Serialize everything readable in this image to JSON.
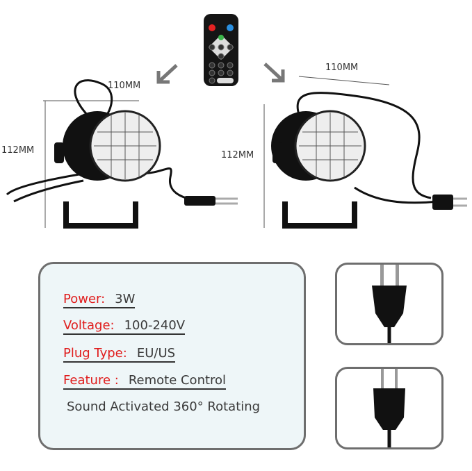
{
  "dimensions": {
    "left": {
      "width": "110MM",
      "height": "112MM"
    },
    "right": {
      "width": "110MM",
      "height": "112MM"
    }
  },
  "specs": [
    {
      "key": "Power:",
      "value": "3W"
    },
    {
      "key": "Voltage:",
      "value": "100-240V"
    },
    {
      "key": "Plug Type:",
      "value": "EU/US"
    },
    {
      "key": "Feature :",
      "value": "Remote Control"
    }
  ],
  "feature_extra": "Sound Activated 360°  Rotating",
  "colors": {
    "label": "#e01c1c",
    "box_border": "#6e6e6e",
    "box_bg": "#eef6f8"
  }
}
